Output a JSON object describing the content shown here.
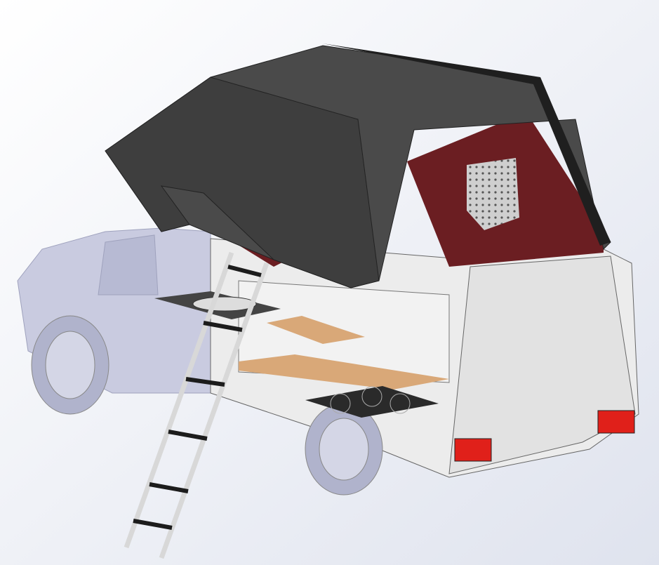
{
  "colors": {
    "background_top": "#ffffff",
    "background_bottom": "#dfe3ee",
    "truck_body": "#c9cbe0",
    "tent_shell": "#4a4a4a",
    "tent_shell_dark": "#2e2e2e",
    "tent_fabric": "#6b1e22",
    "canopy": "#ececec",
    "wood": "#d9a878",
    "tail_light": "#e0201a",
    "ladder": "#d8d8d8",
    "ladder_rungs": "#1c1c1c"
  },
  "icons": [
    "truck-render",
    "rooftop-tent",
    "ladder",
    "sink",
    "stove",
    "tail-light"
  ]
}
